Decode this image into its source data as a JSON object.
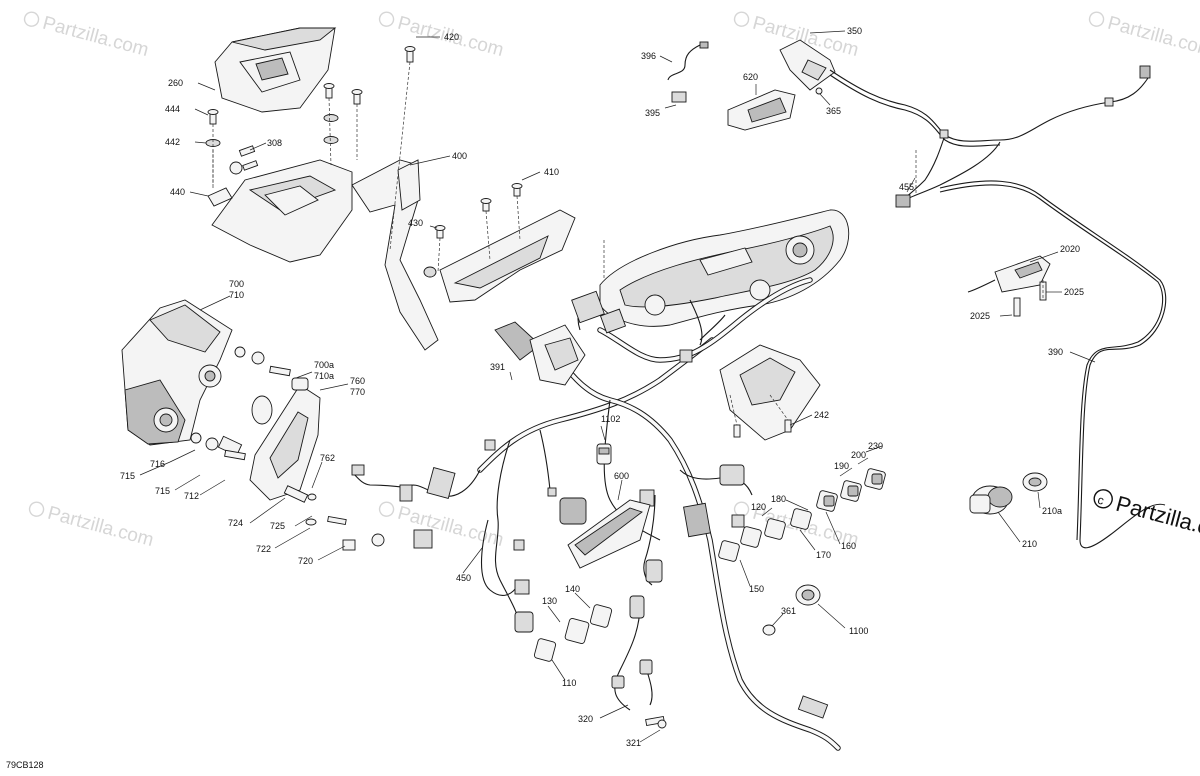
{
  "diagram_id": "79CB128",
  "copyright_text": "Partzilla.com",
  "watermark_text": "Partzilla.com",
  "callouts": [
    "420",
    "350",
    "396",
    "620",
    "395",
    "365",
    "260",
    "444",
    "442",
    "308",
    "400",
    "410",
    "440",
    "430",
    "455",
    "2020",
    "2025",
    "2025",
    "700",
    "710",
    "390",
    "700a",
    "710a",
    "760",
    "770",
    "391",
    "1102",
    "242",
    "230",
    "200",
    "190",
    "180",
    "762",
    "600",
    "120",
    "715",
    "716",
    "715",
    "712",
    "724",
    "725",
    "722",
    "720",
    "450",
    "170",
    "160",
    "210a",
    "210",
    "150",
    "140",
    "130",
    "361",
    "1100",
    "110",
    "320",
    "321"
  ]
}
